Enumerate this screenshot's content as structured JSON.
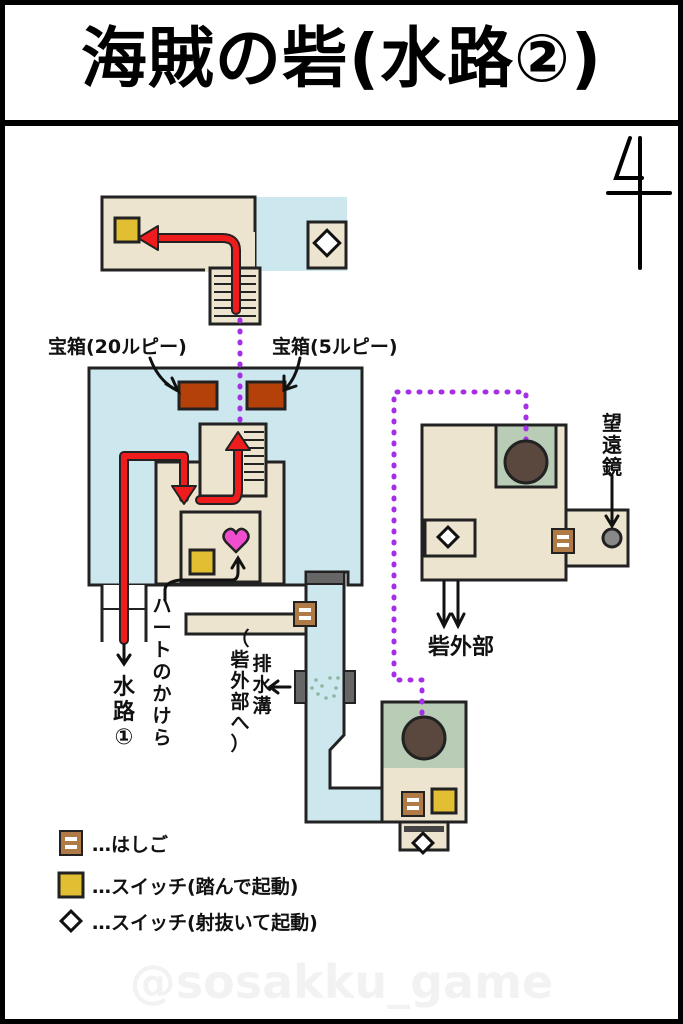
{
  "title": "海賊の砦(水路②)",
  "labels": {
    "chest_left": "宝箱(20ルピー)",
    "chest_right": "宝箱(5ルピー)",
    "telescope": [
      "望",
      "遠",
      "鏡"
    ],
    "fort_outside": "砦外部",
    "waterway": [
      "水",
      "路",
      "①"
    ],
    "heart_piece": [
      "ハ",
      "ー",
      "ト",
      "の",
      "か",
      "け",
      "ら"
    ],
    "drain": [
      "排",
      "水",
      "溝"
    ],
    "drain_to": [
      "（",
      "砦",
      "外",
      "部",
      "へ",
      "）"
    ]
  },
  "legend": {
    "ladder": "…はしご",
    "floor_switch": "…スイッチ(踏んで起動)",
    "shoot_switch": "…スイッチ(射抜いて起動)"
  },
  "watermark": "@sosakku_game",
  "colors": {
    "floor": "#ece4cf",
    "water": "#cde7ef",
    "route": "#ee1c1c",
    "dotted_path": "#a42fe6",
    "chest": "#b5410a",
    "switch": "#e2bf32",
    "ladder": "#b07a47",
    "heart": "#f04ecf",
    "pit_ring": "#b9cdb6",
    "pit": "#5a483e"
  },
  "icons": [
    "north-arrow-icon",
    "ladder-icon",
    "floor-switch-icon",
    "shoot-switch-icon",
    "heart-piece-icon",
    "treasure-chest-icon",
    "telescope-icon",
    "pit-icon"
  ]
}
